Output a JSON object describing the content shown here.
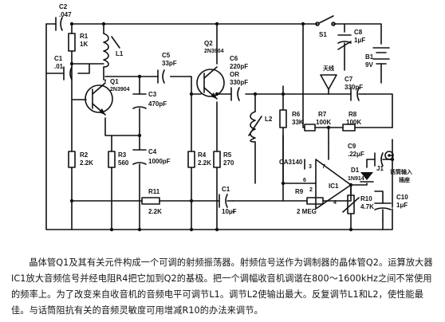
{
  "components": {
    "C2": {
      "ref": "C2",
      "value": ".047"
    },
    "R1": {
      "ref": "R1",
      "value": "1K"
    },
    "L1": {
      "ref": "L1"
    },
    "C1": {
      "ref": "C1",
      "value": ".01"
    },
    "Q1": {
      "ref": "Q1",
      "part": "2N3904"
    },
    "C3": {
      "ref": "C3",
      "value": "470pF"
    },
    "C5": {
      "ref": "C5",
      "value": "33pF"
    },
    "Q2": {
      "ref": "Q2",
      "part": "2N3904"
    },
    "C6": {
      "ref": "C6",
      "value": "220pF",
      "value2": "OR",
      "value3": "330pF"
    },
    "S1": {
      "ref": "S1"
    },
    "C8": {
      "ref": "C8",
      "value": "1μF"
    },
    "B1": {
      "ref": "B1",
      "value": "9V"
    },
    "antenna": {
      "label": "天线"
    },
    "C7": {
      "ref": "C7",
      "value": "330pF"
    },
    "L2": {
      "ref": "L2"
    },
    "R6": {
      "ref": "R6",
      "value": "33K"
    },
    "R7": {
      "ref": "R7",
      "value": "100K"
    },
    "R8": {
      "ref": "R8",
      "value": "100K"
    },
    "C9": {
      "ref": "C9",
      "value": ".22μF"
    },
    "J1": {
      "ref": "J1",
      "label1": "话筒输入",
      "label2": "插座"
    },
    "D1": {
      "ref": "D1",
      "part": "1N914"
    },
    "IC1": {
      "ref": "IC1",
      "part": "CA3140",
      "pin3": "3",
      "pin7": "7",
      "pin2": "2",
      "pin6": "6",
      "pin4": "4"
    },
    "R2": {
      "ref": "R2",
      "value": "2.2K"
    },
    "R3": {
      "ref": "R3",
      "value": "560"
    },
    "C4": {
      "ref": "C4",
      "value": "1000pF"
    },
    "R4": {
      "ref": "R4",
      "value": "2.2K"
    },
    "R5": {
      "ref": "R5",
      "value": "270"
    },
    "R11": {
      "ref": "R11",
      "value": "2.2K"
    },
    "C1b": {
      "ref": "C1",
      "value": "10μF"
    },
    "R9": {
      "ref": "R9",
      "value": "2 MEG"
    },
    "R10": {
      "ref": "R10",
      "value": "4.7K"
    },
    "C10": {
      "ref": "C10",
      "value": "1μF"
    }
  },
  "caption": "晶体管Q1及其有关元件构成一个可调的射频振荡器。射频信号送作为调制器的晶体管Q2。运算放大器IC1放大音频信号并经电阻R4把它加到Q2的基极。把一个调幅收音机调谐在800～1600kHz之间不常使用的频率上。为了改变来自收音机的音频电平可调节L1。调节L2使输出最大。反复调节L1和L2，使性能最佳。与话筒阻抗有关的音频灵敏度可用增减R10的办法来调节。"
}
